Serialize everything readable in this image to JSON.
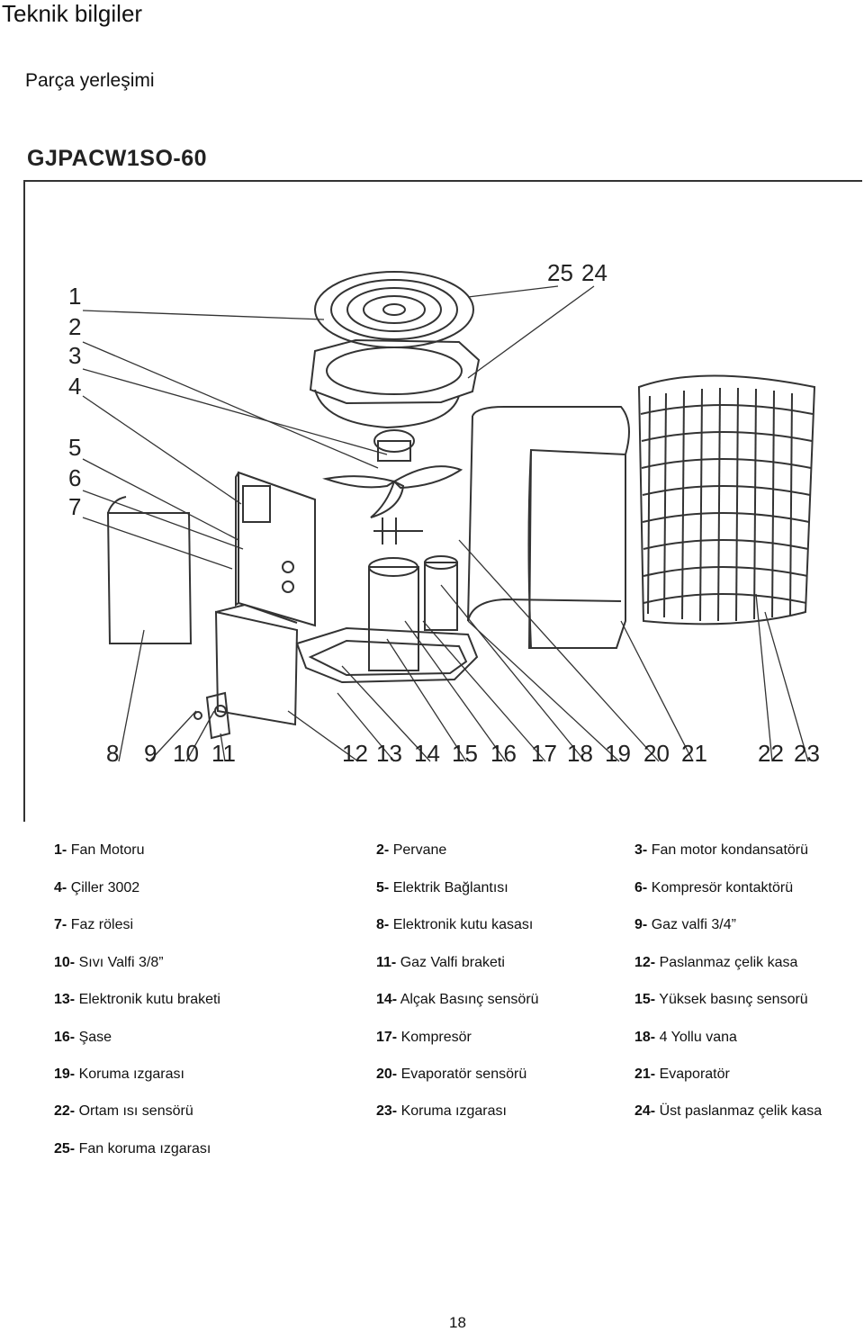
{
  "header": {
    "title": "Teknik bilgiler",
    "subtitle": "Parça yerleşimi",
    "model": "GJPACW1SO-60"
  },
  "diagram": {
    "callouts": [
      "1",
      "2",
      "3",
      "4",
      "5",
      "6",
      "7",
      "8",
      "9",
      "10",
      "11",
      "12",
      "13",
      "14",
      "15",
      "16",
      "17",
      "18",
      "19",
      "20",
      "21",
      "22",
      "23",
      "24",
      "25"
    ]
  },
  "parts": [
    {
      "num": "1-",
      "name": "Fan Motoru"
    },
    {
      "num": "2-",
      "name": "Pervane"
    },
    {
      "num": "3-",
      "name": "Fan motor kondansatörü"
    },
    {
      "num": "4-",
      "name": "Çiller 3002"
    },
    {
      "num": "5-",
      "name": "Elektrik Bağlantısı"
    },
    {
      "num": "6-",
      "name": "Kompresör kontaktörü"
    },
    {
      "num": "7-",
      "name": "Faz rölesi"
    },
    {
      "num": "8-",
      "name": "Elektronik kutu kasası"
    },
    {
      "num": "9-",
      "name": "Gaz valfi 3/4”"
    },
    {
      "num": "10-",
      "name": "Sıvı Valfi 3/8”"
    },
    {
      "num": "11-",
      "name": "Gaz Valfi braketi"
    },
    {
      "num": "12-",
      "name": "Paslanmaz çelik kasa"
    },
    {
      "num": "13-",
      "name": "Elektronik kutu braketi"
    },
    {
      "num": "14-",
      "name": "Alçak Basınç sensörü"
    },
    {
      "num": "15-",
      "name": "Yüksek basınç sensorü"
    },
    {
      "num": "16-",
      "name": "Şase"
    },
    {
      "num": "17-",
      "name": "Kompresör"
    },
    {
      "num": "18-",
      "name": "4 Yollu vana"
    },
    {
      "num": "19-",
      "name": "Koruma ızgarası"
    },
    {
      "num": "20-",
      "name": "Evaporatör sensörü"
    },
    {
      "num": "21-",
      "name": "Evaporatör"
    },
    {
      "num": "22-",
      "name": "Ortam ısı sensörü"
    },
    {
      "num": "23-",
      "name": "Koruma ızgarası"
    },
    {
      "num": "24-",
      "name": "Üst paslanmaz çelik kasa"
    },
    {
      "num": "25-",
      "name": "Fan koruma ızgarası"
    }
  ],
  "footer": {
    "page": "18"
  }
}
